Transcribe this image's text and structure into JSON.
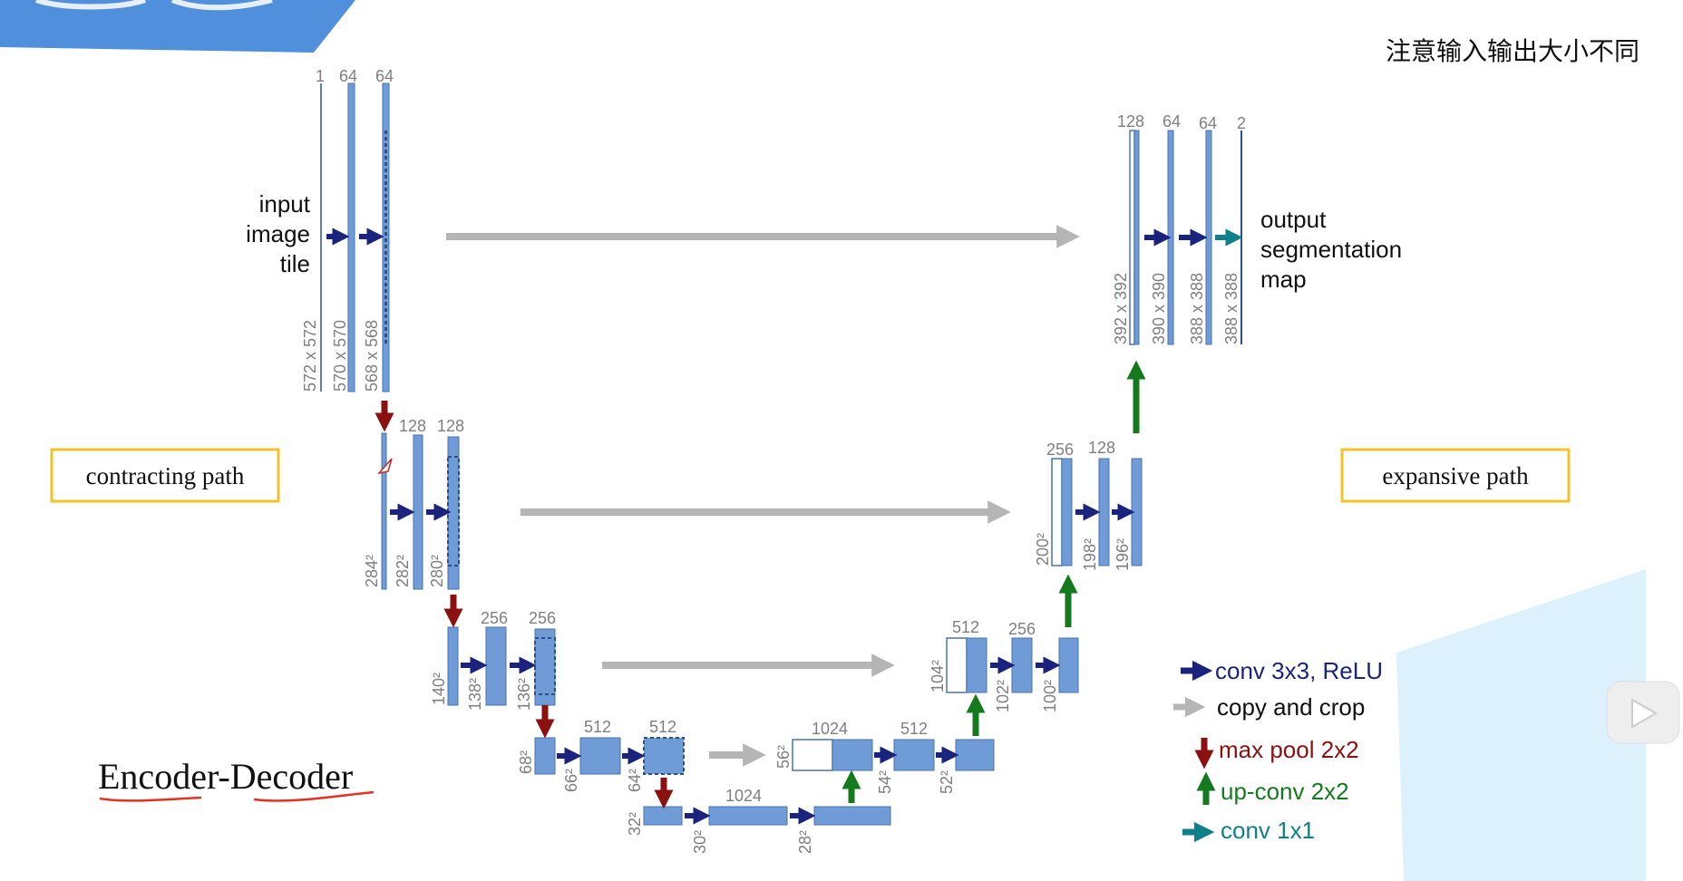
{
  "colors": {
    "block": "#6f9bd6",
    "block_stroke": "#4a73ad",
    "arrow_conv": "#1a237e",
    "arrow_copy": "#b5b5b5",
    "arrow_pool": "#8b1010",
    "arrow_up": "#157a1e",
    "arrow_conv1": "#0f7f8a",
    "label_gray": "#7f7f7f",
    "box_border": "#f2c229",
    "banner": "#4f8fdc",
    "triangle": "#dcf1fb",
    "underline": "#e4311f"
  },
  "note": "注意输入输出大小不同",
  "labels": {
    "input": [
      "input",
      "image",
      "tile"
    ],
    "output": [
      "output",
      "segmentation",
      "map"
    ],
    "contracting": "contracting path",
    "expansive": "expansive path",
    "encoder_decoder": "Encoder-Decoder"
  },
  "legend": [
    {
      "icon": "right-arrow-icon",
      "color": "#1a237e",
      "text": "conv 3x3, ReLU"
    },
    {
      "icon": "right-arrow-icon",
      "color": "#b5b5b5",
      "text": "copy and crop"
    },
    {
      "icon": "down-arrow-icon",
      "color": "#8b1010",
      "text": "max pool 2x2"
    },
    {
      "icon": "up-arrow-icon",
      "color": "#157a1e",
      "text": "up-conv 2x2"
    },
    {
      "icon": "right-arrow-icon",
      "color": "#0f7f8a",
      "text": "conv 1x1"
    }
  ],
  "levels": {
    "l1": {
      "channels": [
        "1",
        "64",
        "64"
      ],
      "sizes": [
        "572 x 572",
        "570 x 570",
        "568 x 568"
      ]
    },
    "l2": {
      "channels": [
        "128",
        "128"
      ],
      "sizes": [
        "284²",
        "282²",
        "280²"
      ]
    },
    "l3": {
      "channels": [
        "256",
        "256"
      ],
      "sizes": [
        "140²",
        "138²",
        "136²"
      ]
    },
    "l4": {
      "channels": [
        "512",
        "512"
      ],
      "sizes": [
        "68²",
        "66²",
        "64²"
      ]
    },
    "l5": {
      "channels": [
        "1024"
      ],
      "sizes": [
        "32²",
        "30²",
        "28²"
      ]
    },
    "d4": {
      "channels": [
        "1024",
        "512"
      ],
      "sizes": [
        "56²",
        "54²",
        "52²"
      ]
    },
    "d3": {
      "channels": [
        "512",
        "256"
      ],
      "sizes": [
        "104²",
        "102²",
        "100²"
      ]
    },
    "d2": {
      "channels": [
        "256",
        "128"
      ],
      "sizes": [
        "200²",
        "198²",
        "196²"
      ]
    },
    "d1": {
      "channels": [
        "128",
        "64",
        "64",
        "2"
      ],
      "sizes": [
        "392 x 392",
        "390 x 390",
        "388 x 388",
        "388 x 388"
      ]
    }
  }
}
